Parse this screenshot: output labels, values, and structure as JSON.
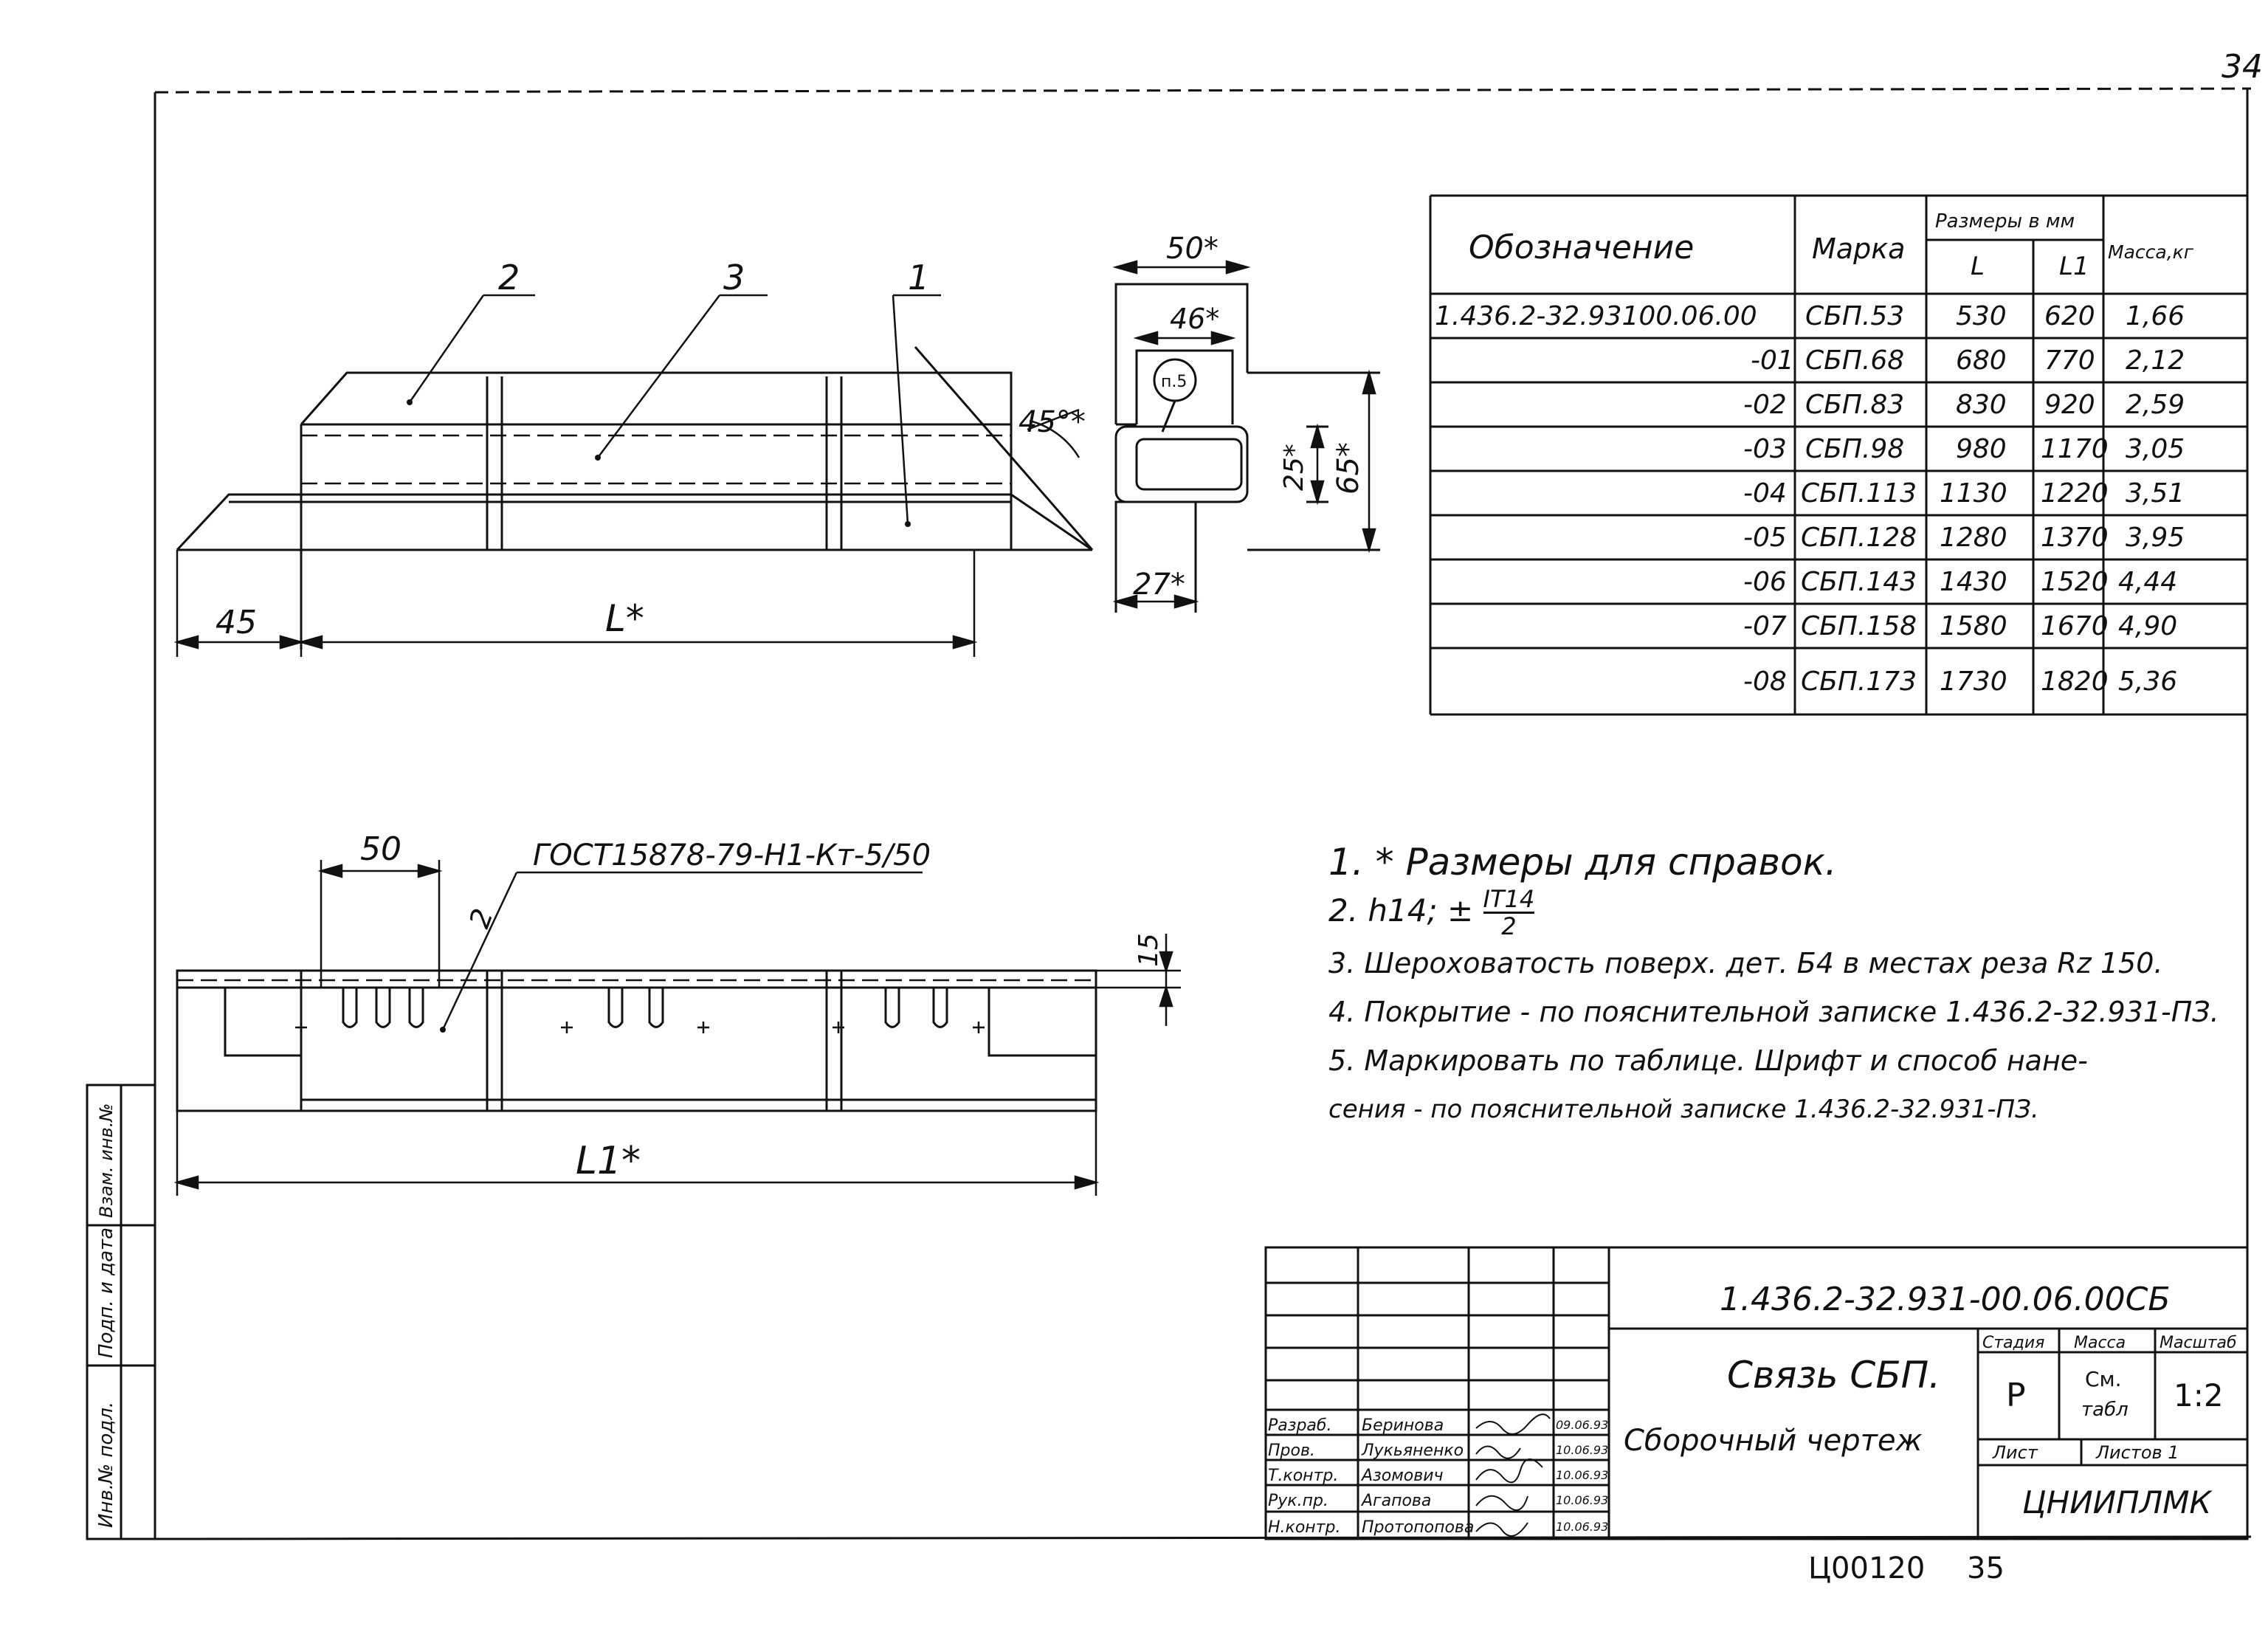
{
  "sheet": {
    "page_number": "34",
    "footer_code": "Ц00120",
    "footer_page": "35"
  },
  "table": {
    "headers": {
      "designation": "Обозначение",
      "mark": "Марка",
      "dims": "Размеры в мм",
      "L": "L",
      "L1": "L1",
      "mass": "Масса,кг"
    },
    "rows": [
      {
        "designation": "1.436.2-32.93100.06.00",
        "mark": "СБП.53",
        "L": "530",
        "L1": "620",
        "mass": "1,66"
      },
      {
        "designation": "-01",
        "mark": "СБП.68",
        "L": "680",
        "L1": "770",
        "mass": "2,12"
      },
      {
        "designation": "-02",
        "mark": "СБП.83",
        "L": "830",
        "L1": "920",
        "mass": "2,59"
      },
      {
        "designation": "-03",
        "mark": "СБП.98",
        "L": "980",
        "L1": "1170",
        "mass": "3,05"
      },
      {
        "designation": "-04",
        "mark": "СБП.113",
        "L": "1130",
        "L1": "1220",
        "mass": "3,51"
      },
      {
        "designation": "-05",
        "mark": "СБП.128",
        "L": "1280",
        "L1": "1370",
        "mass": "3,95"
      },
      {
        "designation": "-06",
        "mark": "СБП.143",
        "L": "1430",
        "L1": "1520",
        "mass": "4,44"
      },
      {
        "designation": "-07",
        "mark": "СБП.158",
        "L": "1580",
        "L1": "1670",
        "mass": "4,90"
      },
      {
        "designation": "-08",
        "mark": "СБП.173",
        "L": "1730",
        "L1": "1820",
        "mass": "5,36"
      }
    ]
  },
  "drawing": {
    "top_view": {
      "callout_2": "2",
      "callout_3": "3",
      "callout_1": "1",
      "angle": "45°*",
      "dim_45": "45",
      "dim_L": "L*"
    },
    "section": {
      "dim_50": "50*",
      "dim_46": "46*",
      "dim_25": "25*",
      "dim_65": "65*",
      "dim_27": "27*",
      "part_ref": "п.5"
    },
    "front_view": {
      "dim_50": "50",
      "gost": "ГОСТ15878-79-Н1-Кт-5/50",
      "weld": "2",
      "dim_15": "15",
      "dim_L1": "L1*"
    }
  },
  "notes": {
    "n1": "1. * Размеры  для справок.",
    "n2_prefix": "2. h14;  ±",
    "n2_num": "IT14",
    "n2_den": "2",
    "n3": "3. Шероховатость поверх. дет. Б4 в местах реза Rz 150.",
    "n4": "4. Покрытие - по пояснительной записке 1.436.2-32.931-ПЗ.",
    "n5a": "5. Маркировать по таблице. Шрифт и способ нане-",
    "n5b": "сения - по пояснительной записке 1.436.2-32.931-ПЗ."
  },
  "title_block": {
    "doc_code": "1.436.2-32.931-00.06.00СБ",
    "name": "Связь СБП.",
    "doc_type": "Сборочный чертеж",
    "stage_label": "Стадия",
    "mass_label": "Масса",
    "scale_label": "Масштаб",
    "stage": "Р",
    "mass_value_1": "См.",
    "mass_value_2": "табл",
    "scale": "1:2",
    "sheet_label": "Лист",
    "sheets_label": "Листов 1",
    "org": "ЦНИИПЛМК",
    "signers": [
      {
        "role": "Разраб.",
        "name": "Беринова",
        "date": "09.06.93"
      },
      {
        "role": "Пров.",
        "name": "Лукьяненко",
        "date": "10.06.93"
      },
      {
        "role": "Т.контр.",
        "name": "Азомович",
        "date": "10.06.93"
      },
      {
        "role": "Рук.пр.",
        "name": "Агапова",
        "date": "10.06.93"
      },
      {
        "role": "Н.контр.",
        "name": "Протопопова",
        "date": "10.06.93"
      }
    ]
  },
  "side_stamp": {
    "c1": "Инв.№ подл.",
    "c2": "Подп. и дата",
    "c3": "Взам. инв.№"
  }
}
